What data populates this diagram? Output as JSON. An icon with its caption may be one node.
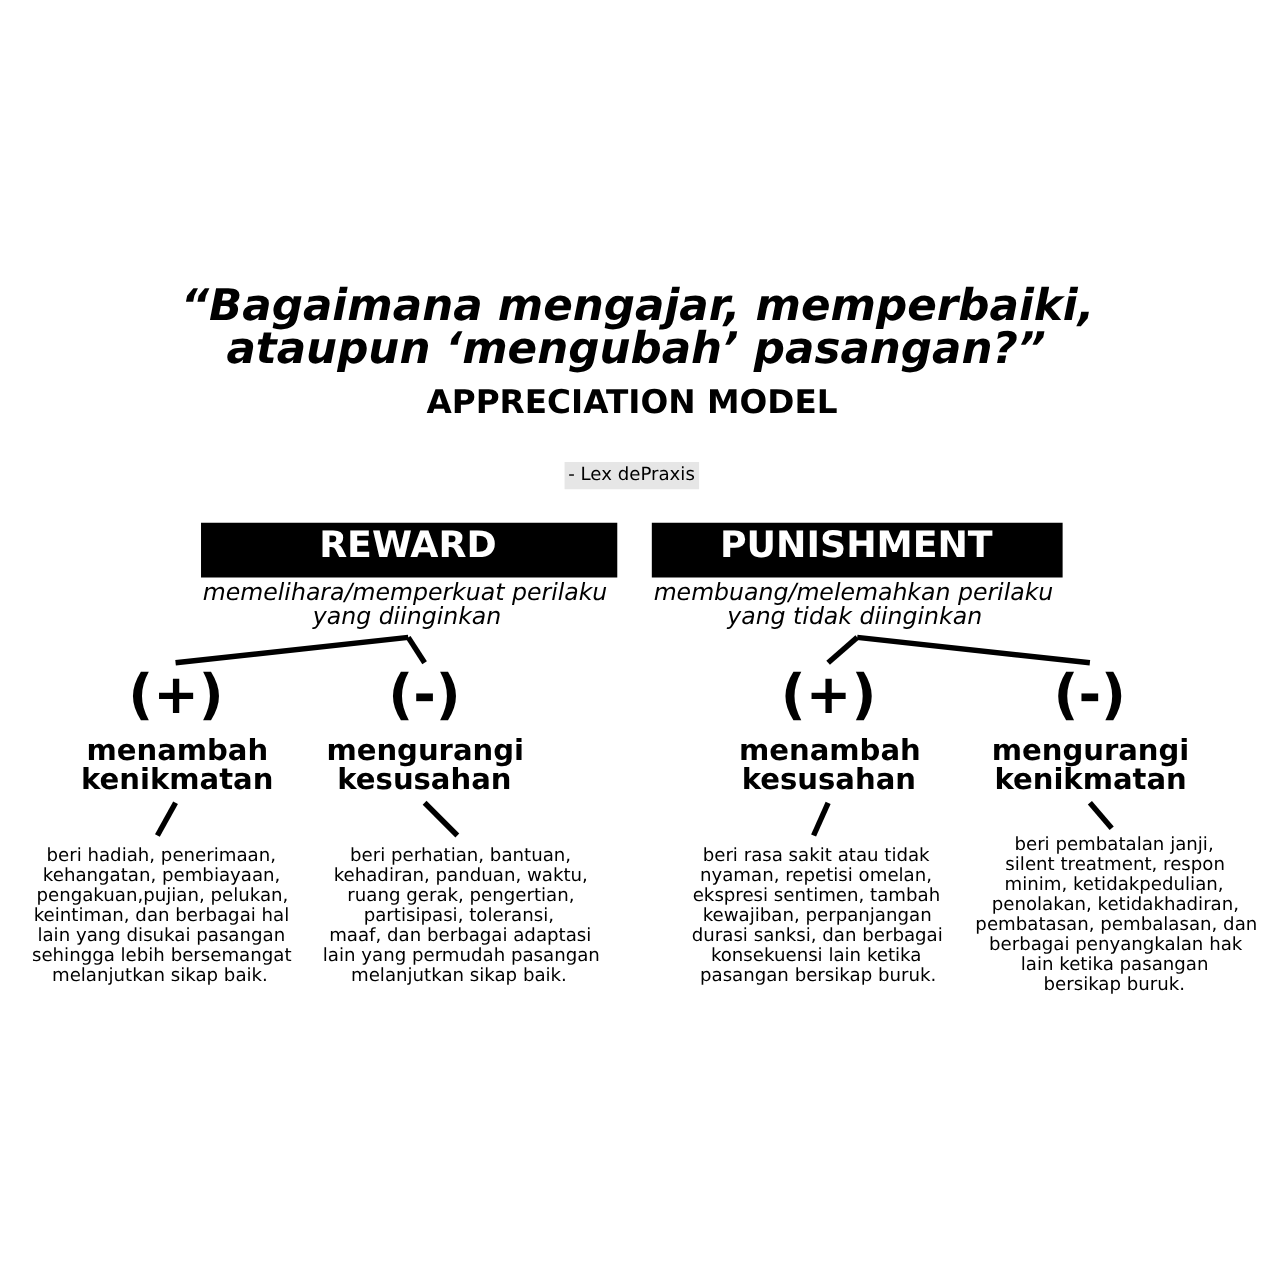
{
  "diagram": {
    "title": "“Bagaimana mengajar, memperbaiki, ataupun ‘mengubah’ pasangan?”",
    "nodes": [
      {
        "text": [
          "REWARD",
          "memelihara/memperkuat perilaku yang diinginkan"
        ]
      },
      {
        "text": [
          "PUNISHMENT",
          "membuang/melemahkan perilaku yang tidak diinginkan"
        ]
      },
      {
        "text": [
          "(+)",
          "menambah kenikmatan"
        ]
      },
      {
        "text": [
          "(-)",
          "mengurangi kesusahan"
        ]
      },
      {
        "text": [
          "(+)",
          "menambah kesusahan"
        ]
      },
      {
        "text": [
          "(-)",
          "mengurangi kenikmatan"
        ]
      },
      {
        "text": [
          "beri hadiah, penerimaan, kehangatan, pembiayaan, pengakuan,pujian, pelukan, keintiman, dan berbagai hal lain yang disukai pasangan sehingga lebih bersemangat melanjutkan sikap baik."
        ]
      },
      {
        "text": [
          "beri perhatian, bantuan, kehadiran, panduan, waktu, ruang gerak, pengertian, partisipasi, toleransi, maaf, dan berbagai adaptasi lain yang permudah pasangan melanjutkan sikap baik."
        ]
      },
      {
        "text": [
          "beri rasa sakit atau tidak nyaman, repetisi omelan, ekspresi sentimen, tambah kewajiban, perpanjangan durasi sanksi, dan berbagai konsekuensi lain ketika pasangan bersikap buruk."
        ]
      },
      {
        "text": [
          "beri pembatalan janji, silent treatment, respon minim, ketidakpedulian, penolakan, ketidakhadiran, pembatasan, pembalasan, dan berbagai penyangkalan hak lain ketika pasangan bersikap buruk."
        ]
      }
    ],
    "edges": [
      {
        "from": 0,
        "to": 2,
        "arrow": "none"
      },
      {
        "from": 0,
        "to": 3,
        "arrow": "none"
      },
      {
        "from": 1,
        "to": 4,
        "arrow": "none"
      },
      {
        "from": 1,
        "to": 5,
        "arrow": "none"
      },
      {
        "from": 2,
        "to": 6,
        "arrow": "none"
      },
      {
        "from": 3,
        "to": 7,
        "arrow": "none"
      },
      {
        "from": 4,
        "to": 8,
        "arrow": "none"
      },
      {
        "from": 5,
        "to": 9,
        "arrow": "none"
      }
    ],
    "labels": [
      "APPRECIATION MODEL",
      "- Lex dePraxis"
    ]
  }
}
